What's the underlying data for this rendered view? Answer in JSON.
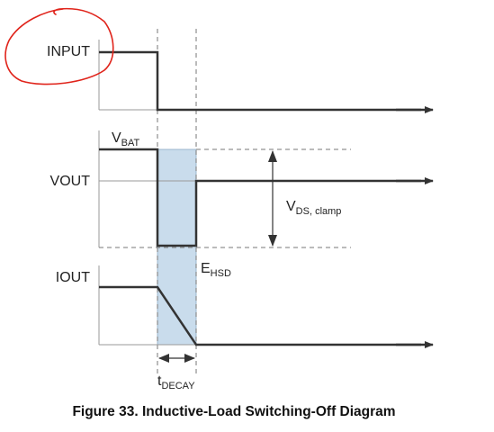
{
  "signals": {
    "input": "INPUT",
    "vout": "VOUT",
    "iout": "IOUT"
  },
  "annotations": {
    "vbat_main": "V",
    "vbat_sub": "BAT",
    "vds_main": "V",
    "vds_sub": "DS, clamp",
    "ehsd_main": "E",
    "ehsd_sub": "HSD",
    "tdecay_main": "t",
    "tdecay_sub": "DECAY"
  },
  "caption": "Figure 33.  Inductive-Load Switching-Off Diagram",
  "colors": {
    "trace": "#333333",
    "guide": "#777777",
    "shade": "#c9dcec",
    "highlight": "#e0241b"
  }
}
